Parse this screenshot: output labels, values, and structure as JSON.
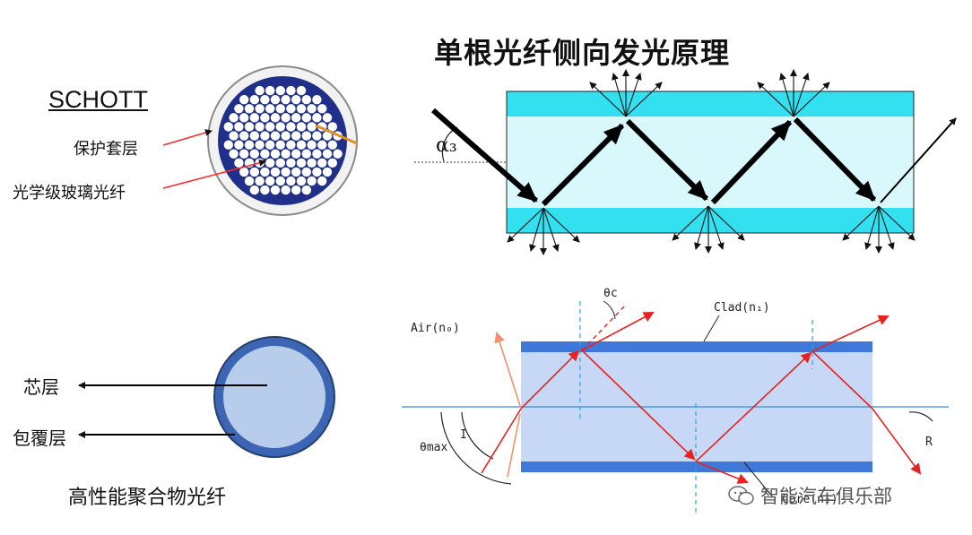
{
  "top_right": {
    "title": "单根光纤侧向发光原理",
    "angle_label": "α₃"
  },
  "top_left": {
    "brand": "SCHOTT",
    "labels": [
      "保护套层",
      "光学级玻璃光纤"
    ]
  },
  "bottom_left": {
    "core_label": "芯层",
    "cladding_label": "包覆层",
    "caption": "高性能聚合物光纤"
  },
  "bottom_right": {
    "air": "Air(n₀)",
    "clad": "Clad(n₁)",
    "core": "Core(n₂)",
    "theta_c": "θc",
    "theta_max": "θmax",
    "i": "I",
    "r": "R"
  },
  "watermark": {
    "text": "智能汽车俱乐部"
  },
  "colors": {
    "cyan": "#33e0f0",
    "light_cyan": "#d8f8fc",
    "blue_clad": "#3f78d8",
    "light_blue": "#c7d8f7",
    "red": "#e8221e"
  }
}
